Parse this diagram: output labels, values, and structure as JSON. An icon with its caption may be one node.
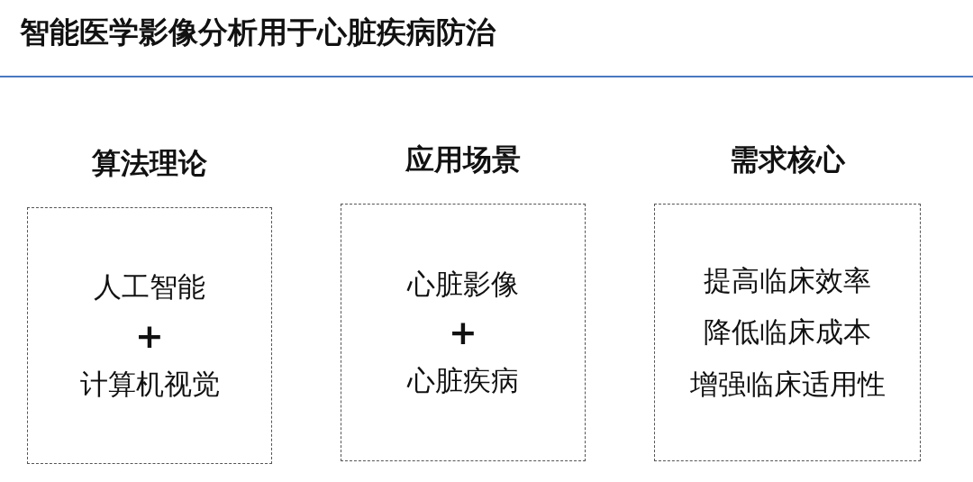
{
  "diagram": {
    "title": "智能医学影像分析用于心脏疾病防治",
    "nodes": [
      {
        "text": [
          "算法理论",
          "人工智能",
          "+",
          "计算机视觉"
        ]
      },
      {
        "text": [
          "应用场景",
          "心脏影像",
          "+",
          "心脏疾病"
        ]
      },
      {
        "text": [
          "需求核心",
          "提高临床效率",
          "降低临床成本",
          "增强临床适用性"
        ]
      }
    ]
  }
}
